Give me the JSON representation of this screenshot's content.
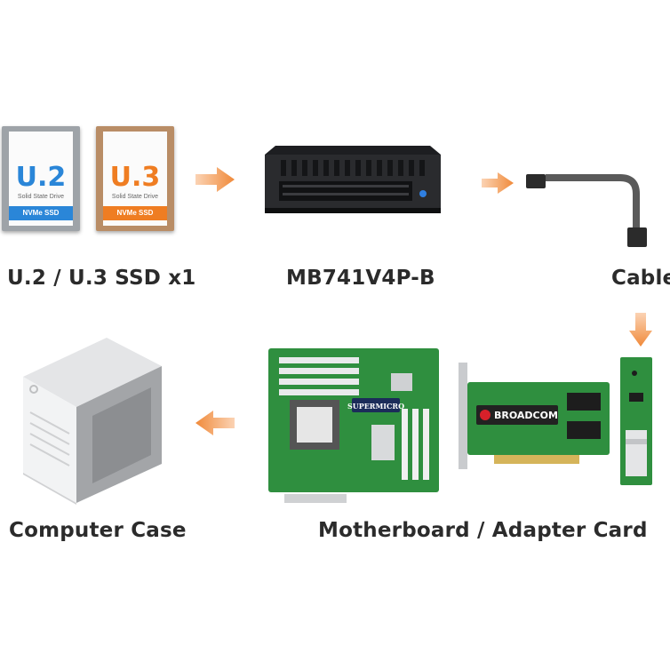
{
  "ssds": [
    {
      "big": "U.2",
      "sub": "Solid State Drive",
      "bar": "NVMe SSD",
      "accent": "#2a86d8",
      "frame": "#9ea3a8"
    },
    {
      "big": "U.3",
      "sub": "Solid State Drive",
      "bar": "NVMe SSD",
      "accent": "#ef7d22",
      "frame": "#b98d66"
    }
  ],
  "labels": {
    "ssd": "U.2 / U.3 SSD x1",
    "enclosure": "MB741V4P-B",
    "cable": "Cable",
    "case": "Computer Case",
    "board": "Motherboard / Adapter Card"
  },
  "logos": {
    "supermicro": "SUPERMICRO",
    "broadcom": "BROADCOM"
  },
  "colors": {
    "arrow": "#f08a3a",
    "pcb": "#2f8f3f",
    "text": "#2b2b2b"
  }
}
